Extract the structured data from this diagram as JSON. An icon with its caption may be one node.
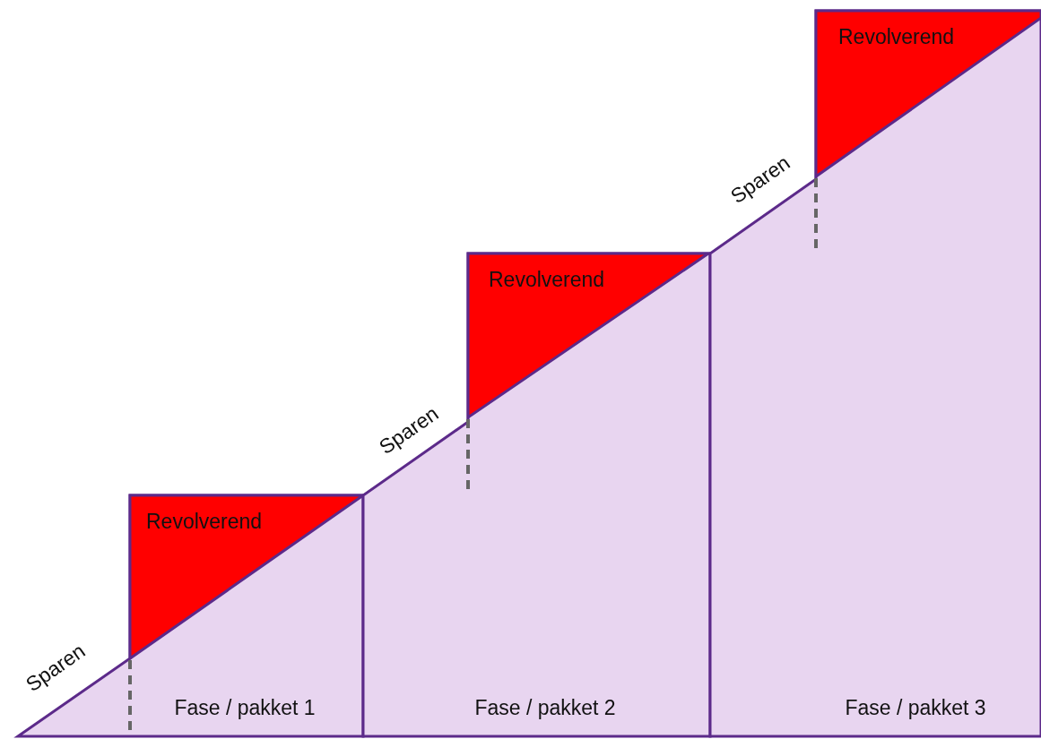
{
  "diagram": {
    "nodes": [
      {
        "text": [
          "Fase / pakket 1"
        ]
      },
      {
        "text": [
          "Revolverend"
        ],
        "in": 0
      },
      {
        "text": [
          "Fase / pakket 2"
        ]
      },
      {
        "text": [
          "Revolverend"
        ],
        "in": 2
      },
      {
        "text": [
          "Fase / pakket 3"
        ]
      },
      {
        "text": [
          "Revolverend"
        ],
        "in": 4
      }
    ],
    "edges": [],
    "labels": [
      "Sparen",
      "Sparen",
      "Sparen"
    ]
  }
}
